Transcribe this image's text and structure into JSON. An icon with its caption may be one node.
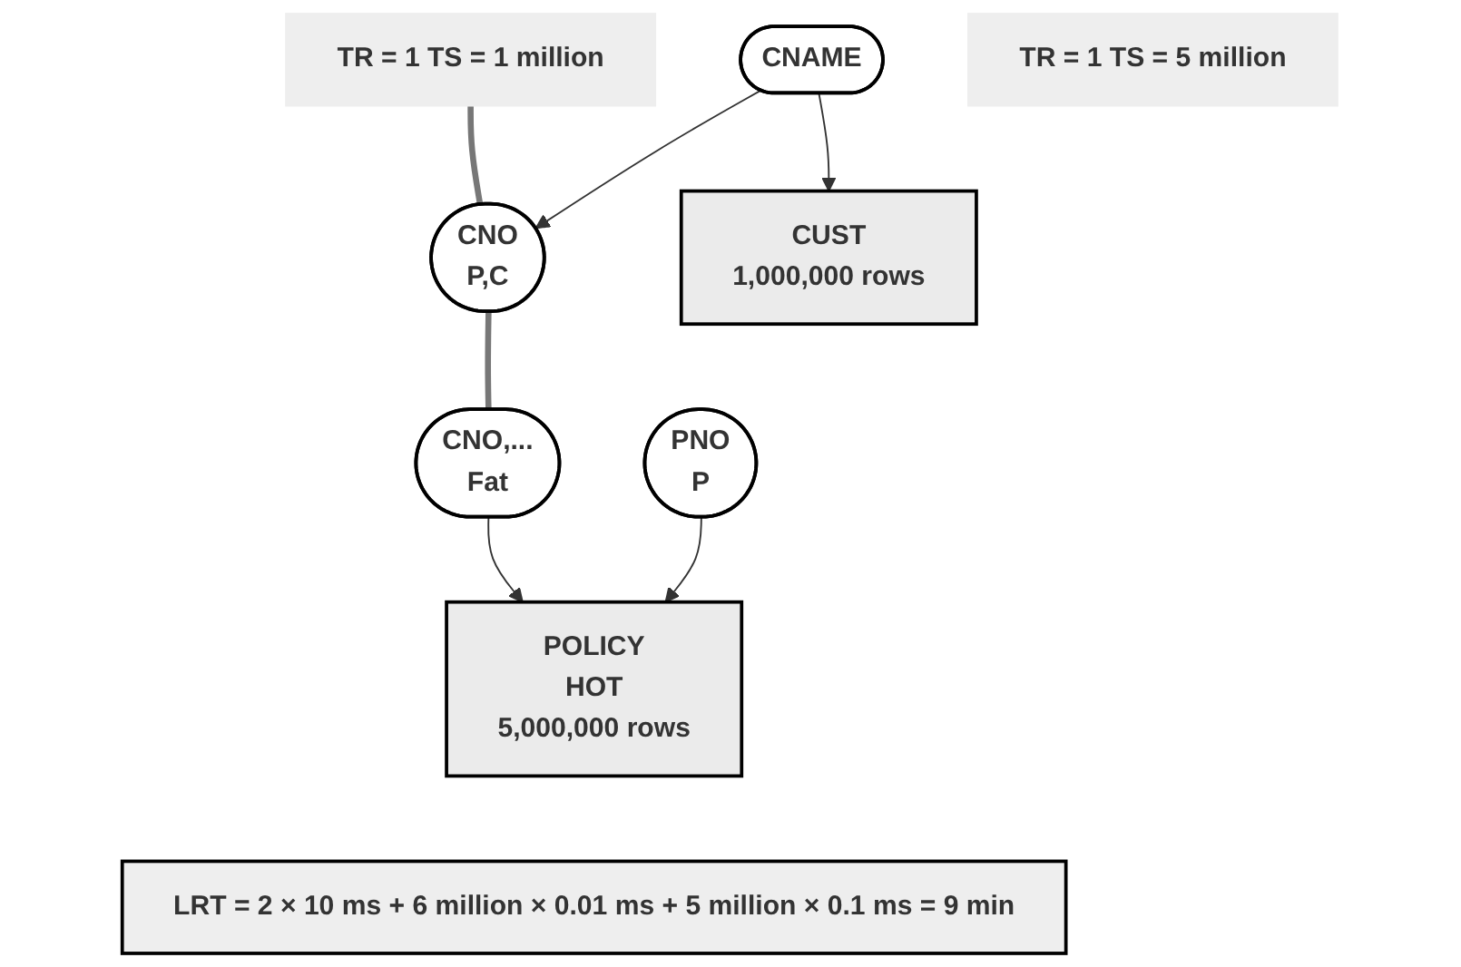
{
  "diagram": {
    "nodes": [
      {
        "text": [
          "CNAME"
        ]
      },
      {
        "text": [
          "CNO",
          "P,C"
        ]
      },
      {
        "text": [
          "CUST",
          "1,000,000 rows"
        ]
      },
      {
        "text": [
          "PNO",
          "P"
        ]
      },
      {
        "text": [
          "CNO,...",
          "Fat"
        ]
      },
      {
        "text": [
          "POLICY",
          "HOT",
          "5,000,000 rows"
        ]
      },
      {
        "text": [
          "TR = 1 TS = 1 million"
        ]
      },
      {
        "text": [
          "TR = 1 TS = 5 million"
        ]
      },
      {
        "text": [
          "LRT = 2 × 10 ms + 6 million × 0.01 ms + 5 million × 0.1 ms = 9 min"
        ]
      }
    ],
    "edges": [
      {
        "from": 0,
        "to": 1,
        "arrow": "to"
      },
      {
        "from": 0,
        "to": 2,
        "arrow": "to"
      },
      {
        "from": 3,
        "to": 5,
        "arrow": "to"
      },
      {
        "from": 4,
        "to": 5,
        "arrow": "to"
      },
      {
        "from": 6,
        "to": 1,
        "arrow": "none",
        "style": "thick",
        "color": "#777777"
      },
      {
        "from": 1,
        "to": 4,
        "arrow": "none",
        "style": "thick",
        "color": "#777777"
      }
    ]
  }
}
